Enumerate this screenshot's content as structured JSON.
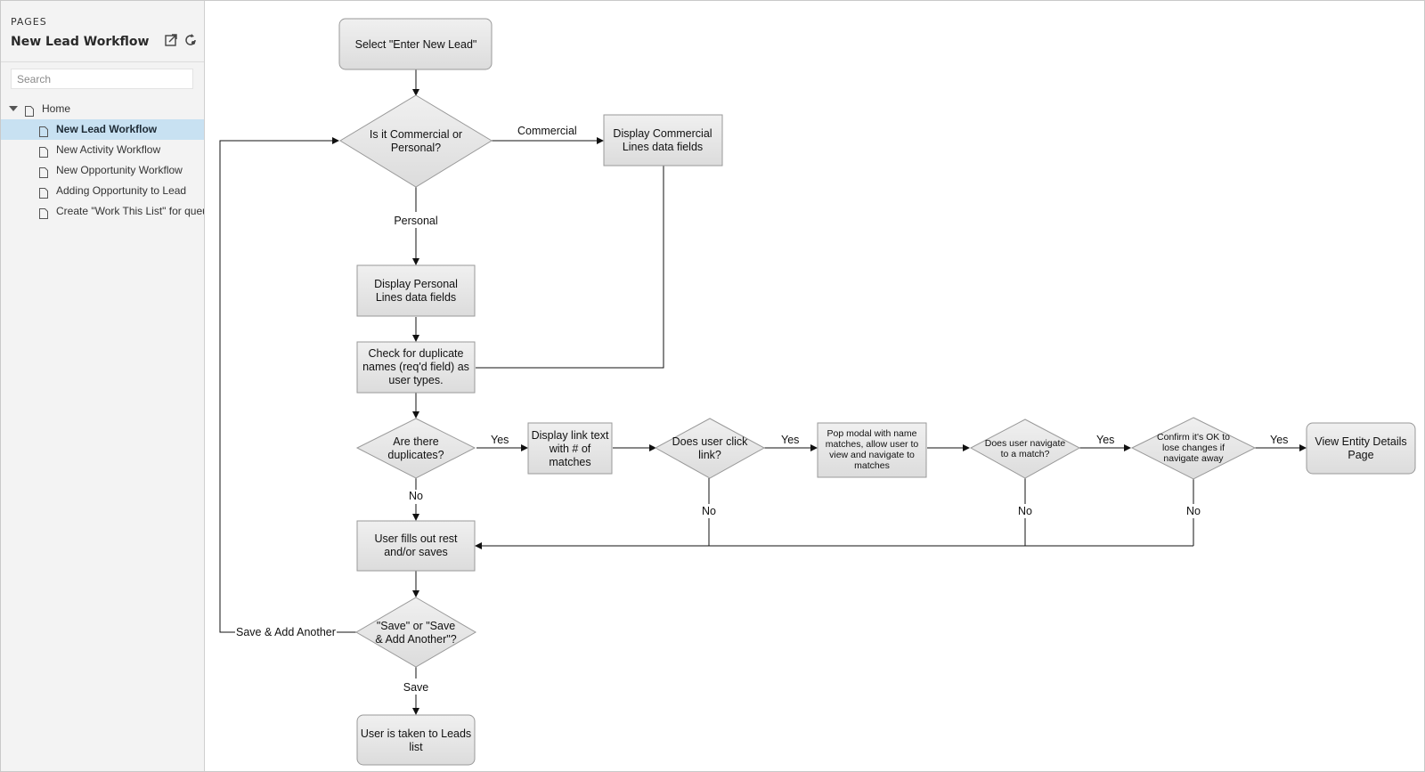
{
  "sidebar": {
    "section_heading": "PAGES",
    "title": "New Lead Workflow",
    "search_placeholder": "Search",
    "icons": [
      "export-icon",
      "refresh-icon"
    ],
    "tree": {
      "root": {
        "label": "Home"
      },
      "items": [
        {
          "label": "New Lead Workflow",
          "selected": true
        },
        {
          "label": "New Activity Workflow"
        },
        {
          "label": "New Opportunity Workflow"
        },
        {
          "label": "Adding Opportunity to Lead"
        },
        {
          "label": "Create \"Work This List\" for queue"
        }
      ]
    }
  },
  "flowchart": {
    "nodes": {
      "start": [
        "Select \"Enter New Lead\""
      ],
      "commercial_or_personal": [
        "Is it Commercial or",
        "Personal?"
      ],
      "display_commercial": [
        "Display Commercial",
        "Lines data fields"
      ],
      "display_personal": [
        "Display Personal",
        "Lines data fields"
      ],
      "check_duplicates": [
        "Check for duplicate",
        "names (req'd field) as",
        "user types."
      ],
      "are_duplicates": [
        "Are there",
        "duplicates?"
      ],
      "display_link": [
        "Display link text",
        "with # of",
        "matches"
      ],
      "user_click": [
        "Does user click",
        "link?"
      ],
      "pop_modal": [
        "Pop modal with name",
        "matches, allow user to",
        "view and navigate to",
        "matches"
      ],
      "user_navigate": [
        "Does user navigate",
        "to a match?"
      ],
      "confirm_ok": [
        "Confirm it's OK to",
        "lose changes if",
        "navigate away"
      ],
      "view_entity": [
        "View Entity Details",
        "Page"
      ],
      "user_fills": [
        "User fills out rest",
        "and/or saves"
      ],
      "save_or_add": [
        "\"Save\" or \"Save",
        "& Add Another\"?"
      ],
      "taken_to_leads": [
        "User is taken to Leads",
        "list"
      ]
    },
    "edge_labels": {
      "commercial": "Commercial",
      "personal": "Personal",
      "yes_duplicates": "Yes",
      "no_duplicates": "No",
      "yes_click": "Yes",
      "no_click": "No",
      "yes_navigate": "Yes",
      "no_navigate": "No",
      "yes_confirm": "Yes",
      "no_confirm": "No",
      "save_add_another": "Save & Add Another",
      "save": "Save"
    }
  }
}
